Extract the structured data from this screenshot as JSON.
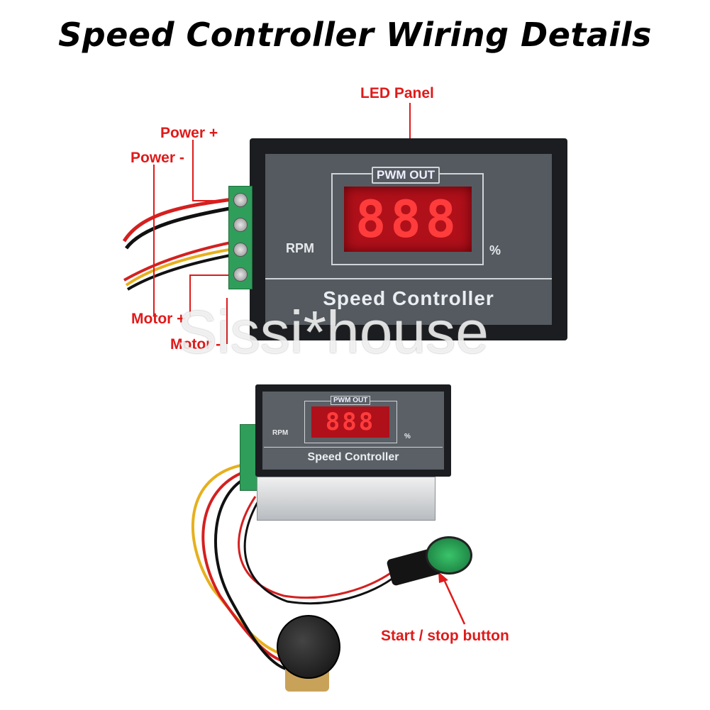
{
  "title": "Speed Controller Wiring Details",
  "labels": {
    "led_panel": "LED Panel",
    "power_plus": "Power +",
    "power_minus": "Power -",
    "motor_plus": "Motor +",
    "motor_minus": "Motor -",
    "start_stop": "Start / stop button"
  },
  "panel": {
    "tag": "PWM OUT",
    "display": "888",
    "rpm": "RPM",
    "percent": "%",
    "name": "Speed Controller"
  },
  "watermark": "Sissi*house",
  "colors": {
    "label_red": "#e01a1a",
    "panel_gray": "#545a60",
    "led_red": "#b0101a",
    "terminal_green": "#2f9e5a"
  }
}
